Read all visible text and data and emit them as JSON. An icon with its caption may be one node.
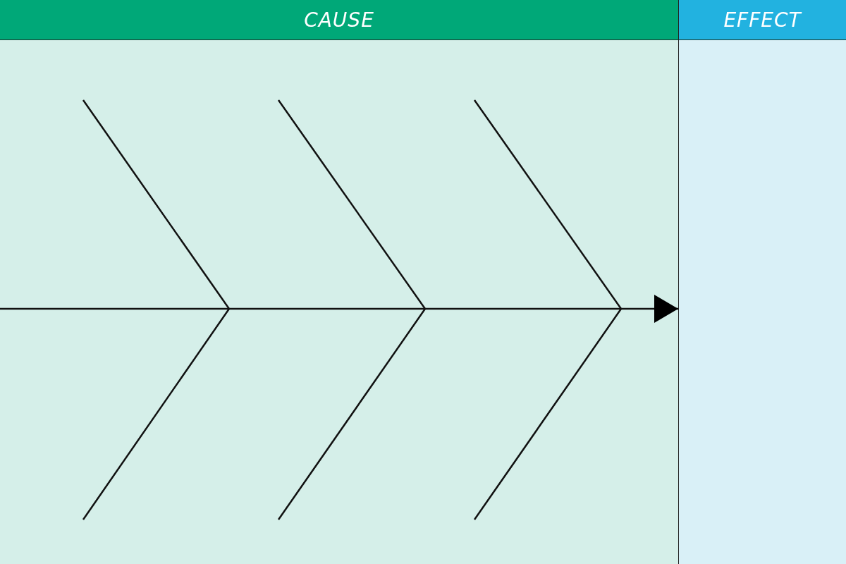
{
  "diagram": {
    "nodes": [
      {
        "text": [
          "CAUSE"
        ]
      },
      {
        "text": [
          "EFFECT"
        ]
      }
    ],
    "edges": [
      {
        "from": 0,
        "to": 1,
        "arrow": "to"
      }
    ]
  }
}
